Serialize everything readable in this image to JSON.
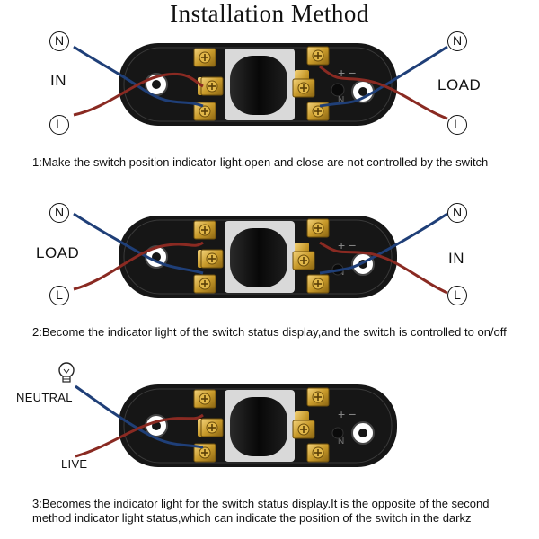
{
  "title": "Installation Method",
  "diagrams": [
    {
      "left_label": "IN",
      "right_label": "LOAD",
      "caption": "1:Make the switch position indicator light,open and close are not controlled by the switch"
    },
    {
      "left_label": "LOAD",
      "right_label": "IN",
      "caption": "2:Become the indicator light of the switch status display,and the switch is controlled to on/off"
    },
    {
      "neutral_label": "NEUTRAL",
      "live_label": "LIVE",
      "caption": "3:Becomes the indicator light for the switch status display.It is the opposite of the second method indicator light status,which can indicate the position of the switch in the darkz"
    }
  ],
  "terminal_letters": {
    "neutral": "N",
    "live": "L"
  },
  "colors": {
    "wire_blue": "#1f3f78",
    "wire_red": "#8a2a22",
    "housing": "#161616",
    "brass": "#c89a2a"
  }
}
